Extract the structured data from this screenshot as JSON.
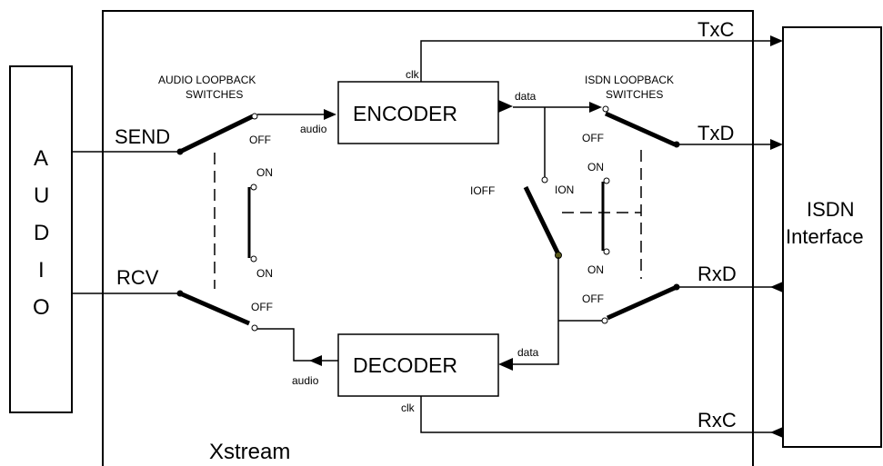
{
  "diagram": {
    "audio_box": {
      "letters": [
        "A",
        "U",
        "D",
        "I",
        "O"
      ]
    },
    "system": {
      "label": "Xstream"
    },
    "encoder": {
      "label": "ENCODER",
      "clk": "clk",
      "data": "data",
      "audio": "audio"
    },
    "decoder": {
      "label": "DECODER",
      "clk": "clk",
      "data": "data",
      "audio": "audio"
    },
    "send": {
      "label": "SEND"
    },
    "rcv": {
      "label": "RCV"
    },
    "audio_loopback": {
      "title_line1": "AUDIO LOOPBACK",
      "title_line2": "SWITCHES",
      "send_off": "OFF",
      "on_top": "ON",
      "on_bottom": "ON",
      "rcv_off": "OFF"
    },
    "isdn_loopback": {
      "title_line1": "ISDN LOOPBACK",
      "title_line2": "SWITCHES",
      "txd_off": "OFF",
      "on_top": "ON",
      "on_bottom": "ON",
      "rxd_off": "OFF"
    },
    "internal_loopback": {
      "ioff": "IOFF",
      "ion": "ION"
    },
    "signals": {
      "txc": "TxC",
      "txd": "TxD",
      "rxd": "RxD",
      "rxc": "RxC"
    },
    "isdn_interface": {
      "line1": "ISDN",
      "line2": "Interface"
    }
  }
}
